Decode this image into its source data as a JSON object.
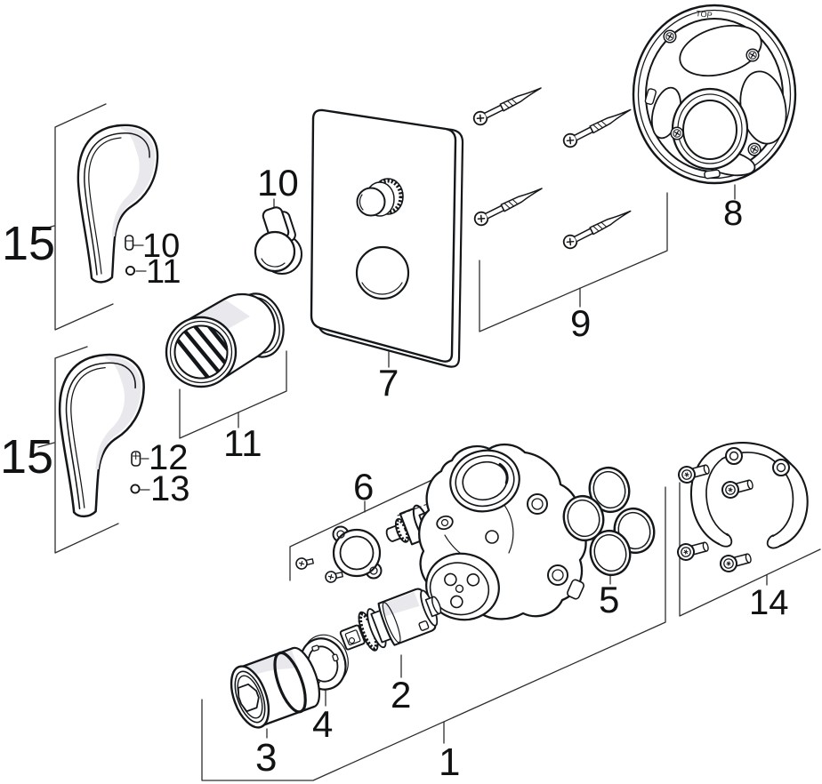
{
  "diagram": {
    "type": "exploded-parts-diagram",
    "subject": "concealed shower mixer valve assembly",
    "colors": {
      "background": "#ffffff",
      "line": "#14171a",
      "shading": "#e9e9ed",
      "leader": "#2e2e2e",
      "label": "#101214"
    },
    "plate_marking": "TOP",
    "labels": {
      "n1": "1",
      "n2": "2",
      "n3": "3",
      "n4": "4",
      "n5": "5",
      "n6": "6",
      "n7": "7",
      "n8": "8",
      "n9": "9",
      "n10_screw": "10",
      "n10_adapter": "10",
      "n11_plug": "11",
      "n11_sleeve": "11",
      "n12": "12",
      "n13": "13",
      "n14": "14",
      "n15_top": "15",
      "n15_bottom": "15"
    }
  }
}
